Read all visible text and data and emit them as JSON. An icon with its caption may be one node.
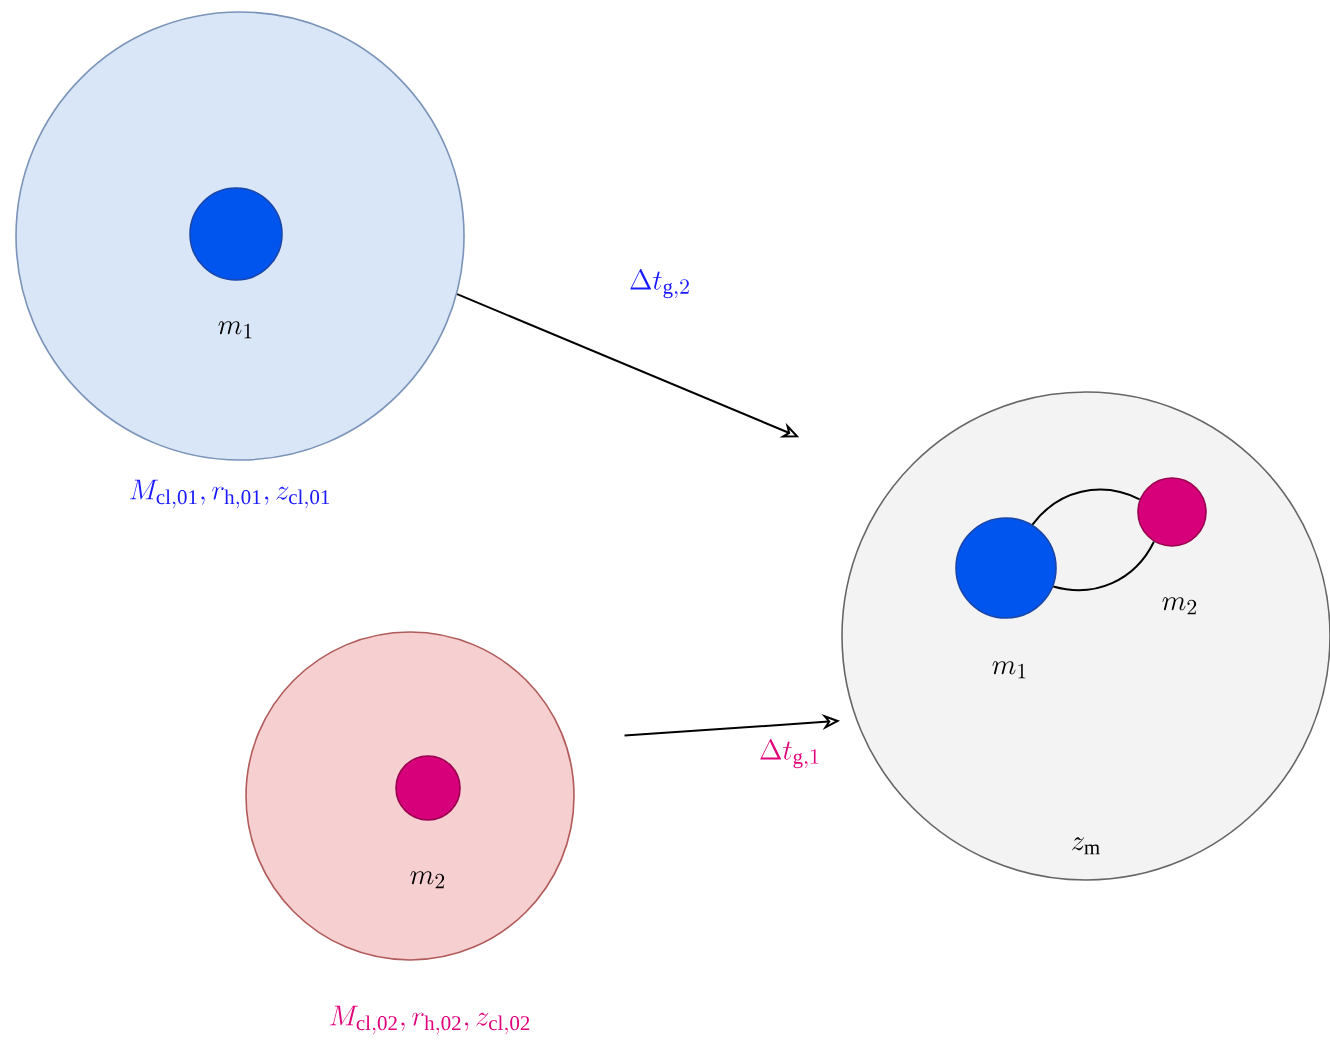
{
  "diagram": {
    "nodes": [
      {
        "text": [],
        "shape": "circle",
        "beside": [
          "M_{\\mathrm{cl,01}}, r_{\\mathrm{h,01}}, z_{\\mathrm{cl,01}}"
        ]
      },
      {
        "text": [
          "m_1"
        ],
        "in": 0
      },
      {
        "text": [],
        "shape": "circle",
        "beside": [
          "M_{\\mathrm{cl,02}}, r_{\\mathrm{h,02}}, z_{\\mathrm{cl,02}}"
        ]
      },
      {
        "text": [
          "m_2"
        ],
        "in": 2
      },
      {
        "text": [
          "z_{\\mathrm{m}}"
        ]
      },
      {
        "text": [
          "m_1"
        ],
        "in": 4
      },
      {
        "text": [
          "m_2"
        ],
        "in": 4
      }
    ],
    "edges": [
      {
        "from": 0,
        "to": 4,
        "arrow": "to",
        "label": "\\Delta t_{\\mathrm{g},2}"
      },
      {
        "from": 2,
        "to": 4,
        "arrow": "to",
        "label": "\\Delta t_{\\mathrm{g},1}"
      },
      {
        "from": 5,
        "to": 6,
        "arrow": "none"
      },
      {
        "from": 5,
        "to": 6,
        "arrow": "none"
      }
    ]
  }
}
